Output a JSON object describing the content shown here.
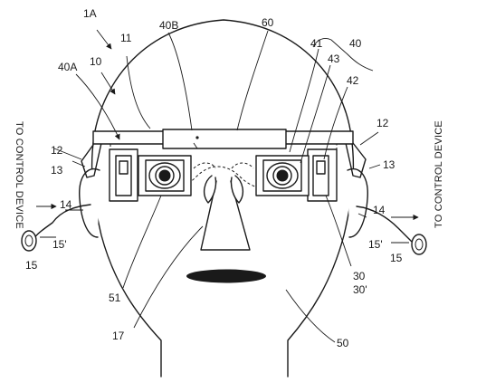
{
  "labels": {
    "l_1A": "1A",
    "l_10": "10",
    "l_11": "11",
    "l_40A": "40A",
    "l_40B": "40B",
    "l_60": "60",
    "l_41": "41",
    "l_40": "40",
    "l_43": "43",
    "l_42": "42",
    "l_12_left": "12",
    "l_12_right": "12",
    "l_13_left": "13",
    "l_13_right": "13",
    "l_14_left": "14",
    "l_14_right": "14",
    "l_15p_left": "15'",
    "l_15p_right": "15'",
    "l_15_left": "15",
    "l_15_right": "15",
    "l_30": "30",
    "l_30p": "30'",
    "l_51": "51",
    "l_17": "17",
    "l_50": "50"
  },
  "side_text": {
    "left": "TO CONTROL DEVICE",
    "right": "TO CONTROL DEVICE"
  }
}
